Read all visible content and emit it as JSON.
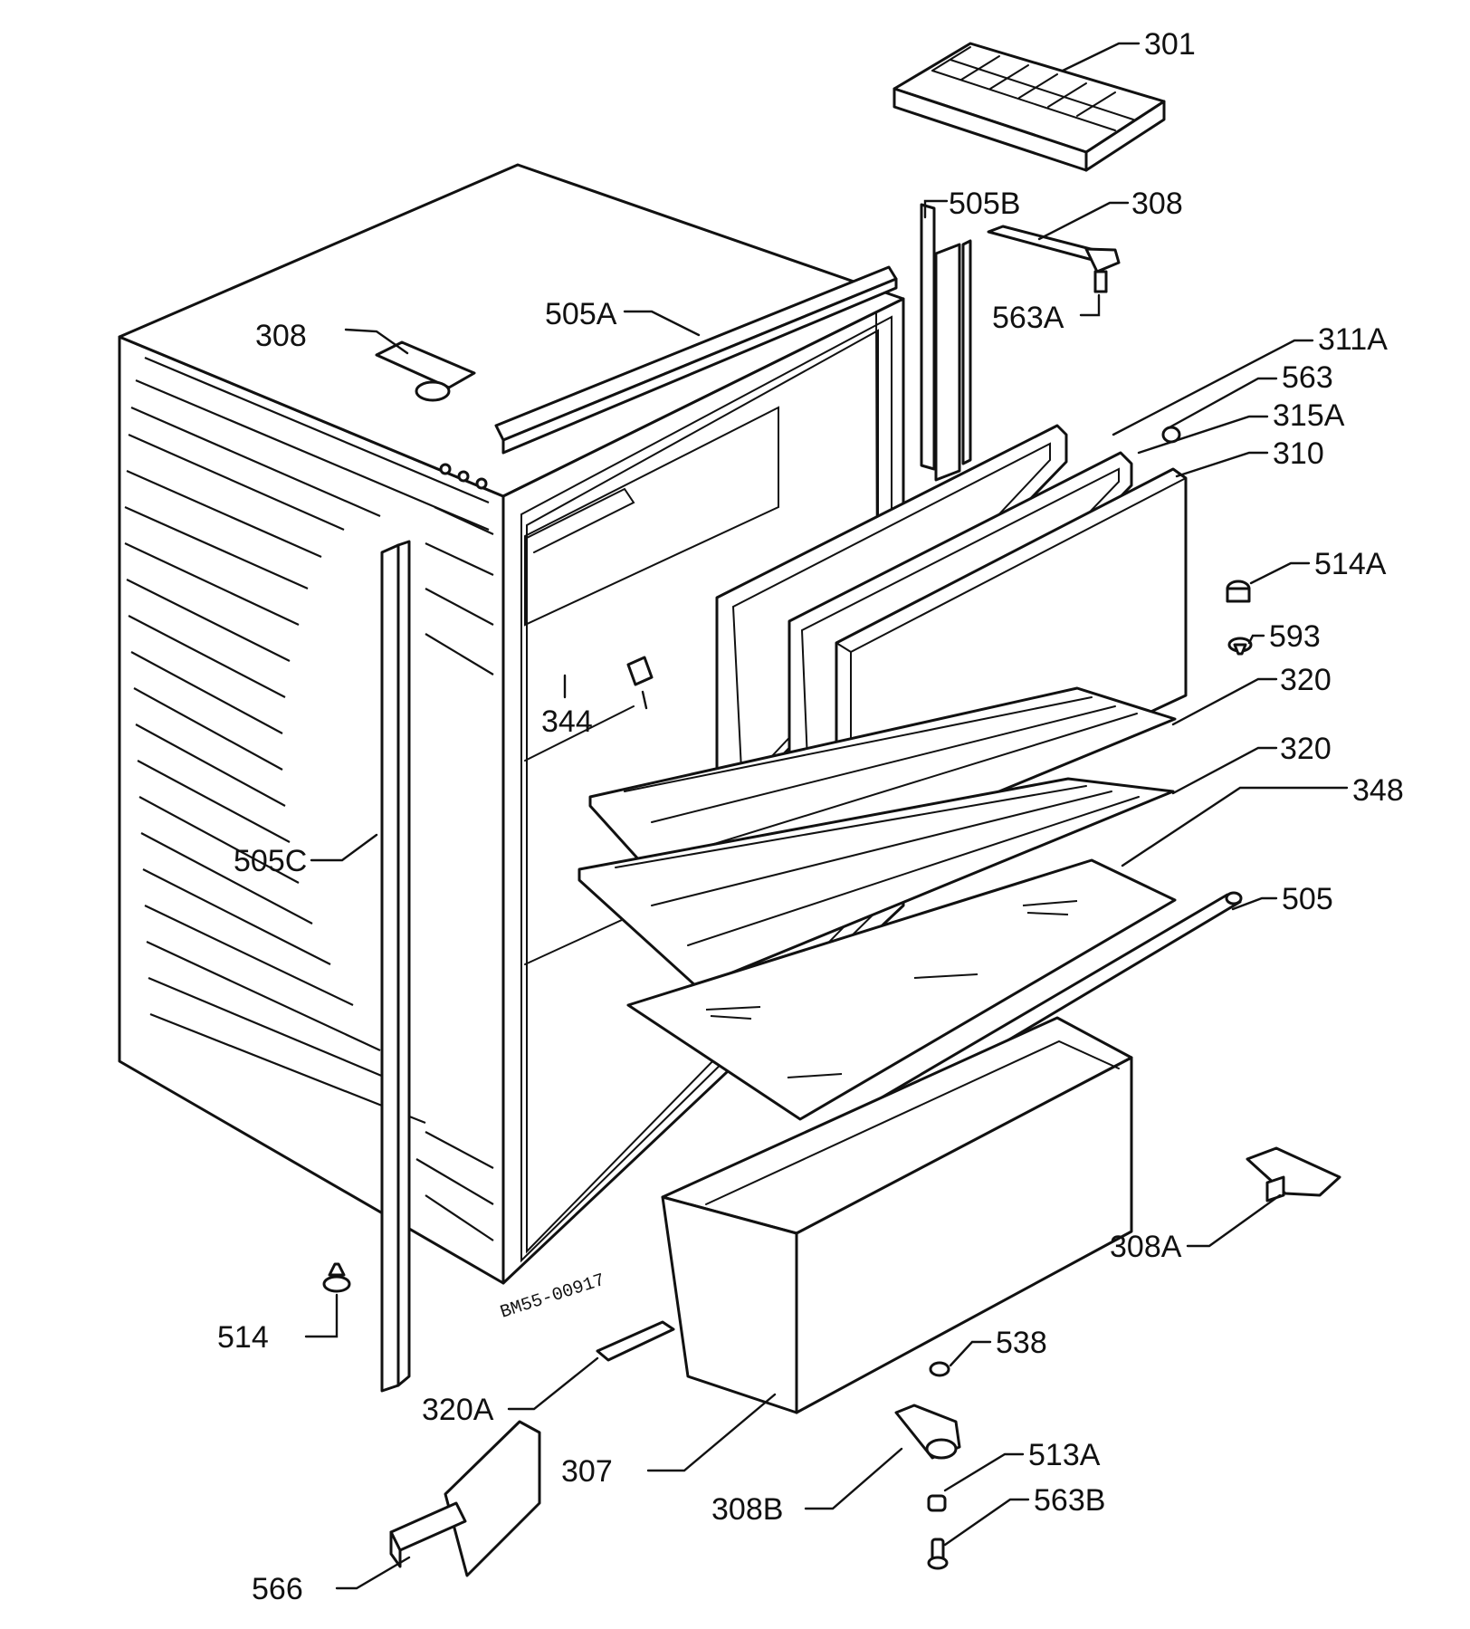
{
  "labels": {
    "p301": "301",
    "p505b": "505B",
    "p308_top": "308",
    "p308_left": "308",
    "p505a": "505A",
    "p563a": "563A",
    "p311a": "311A",
    "p563": "563",
    "p315a": "315A",
    "p310": "310",
    "p514a": "514A",
    "p593": "593",
    "p320_a": "320",
    "p320_b": "320",
    "p348": "348",
    "p344": "344",
    "p505c": "505C",
    "p505": "505",
    "p308a": "308A",
    "p514": "514",
    "p538": "538",
    "p320a": "320A",
    "p307": "307",
    "p513a": "513A",
    "p308b": "308B",
    "p563b": "563B",
    "p566": "566"
  },
  "drawing_code": "BM55-00917"
}
